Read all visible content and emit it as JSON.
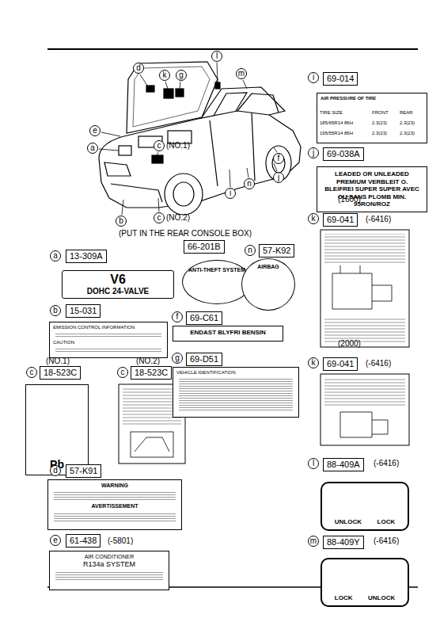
{
  "diagram": {
    "nodes": [
      {
        "text": [
          "13-309A"
        ]
      },
      {
        "text": [
          "V6",
          "DOHC 24-VALVE"
        ]
      },
      {
        "text": [
          "15-031"
        ]
      },
      {
        "text": [
          "EMISSION CONTROL INFORMATION",
          "CAUTION"
        ]
      },
      {
        "text": [
          "18-523C"
        ]
      },
      {
        "text": [
          "Pb"
        ]
      },
      {
        "text": [
          "18-523C"
        ]
      },
      {
        "text": [
          "57-K91"
        ]
      },
      {
        "text": [
          "WARNING",
          "AVERTISSEMENT"
        ]
      },
      {
        "text": [
          "61-438"
        ]
      },
      {
        "text": [
          "AIR CONDITIONER",
          "R134a SYSTEM"
        ]
      },
      {
        "text": [
          "66-201B"
        ]
      },
      {
        "text": [
          "ANTI-THEFT SYSTEM"
        ]
      },
      {
        "text": [
          "57-K92"
        ]
      },
      {
        "text": [
          "AIRBAG"
        ]
      },
      {
        "text": [
          "69-C61"
        ]
      },
      {
        "text": [
          "ENDAST BLYFRI BENSIN"
        ]
      },
      {
        "text": [
          "69-D51"
        ]
      },
      {
        "text": [
          "VEHICLE IDENTIFICATION"
        ]
      },
      {
        "text": [
          "69-014"
        ]
      },
      {
        "text": [
          "AIR PRESSURE OF TIRE"
        ]
      },
      {
        "text": [
          "69-038A"
        ]
      },
      {
        "text": [
          "LEADED OR UNLEADED PREMIUM VERBLEIT O. BLEIFREI SUPER SUPER AVEC OU SANS PLOMB MIN. 95RON/ROZ"
        ]
      },
      {
        "text": [
          "69-041"
        ]
      },
      {
        "text": [
          "69-041"
        ]
      },
      {
        "text": [
          "88-409A"
        ]
      },
      {
        "text": [
          "UNLOCK",
          "LOCK"
        ]
      },
      {
        "text": [
          "88-409Y"
        ]
      },
      {
        "text": [
          "LOCK",
          "UNLOCK"
        ]
      }
    ],
    "labels": [
      "d",
      "k",
      "g",
      "l",
      "m",
      "e",
      "a",
      "c",
      "(NO.1)",
      "i",
      "n",
      "f",
      "j",
      "b",
      "c",
      "(NO.2)",
      "(PUT IN THE REAR CONSOLE BOX)",
      "a",
      "b",
      "(NO.1)",
      "c",
      "(NO.2)",
      "c",
      "d",
      "e",
      "(-5801)",
      "f",
      "g",
      "n",
      "i",
      "j",
      "(1600)",
      "k",
      "(-6416)",
      "(2000)",
      "k",
      "(-6416)",
      "l",
      "(-6416)",
      "m",
      "(-6416)",
      "TIRE SIZE",
      "FRONT",
      "REAR",
      "185/65R14 86H",
      "2.3(23)",
      "2.3(23)",
      "195/55R14 86H",
      "2.3(23)",
      "2.3(23)"
    ]
  }
}
